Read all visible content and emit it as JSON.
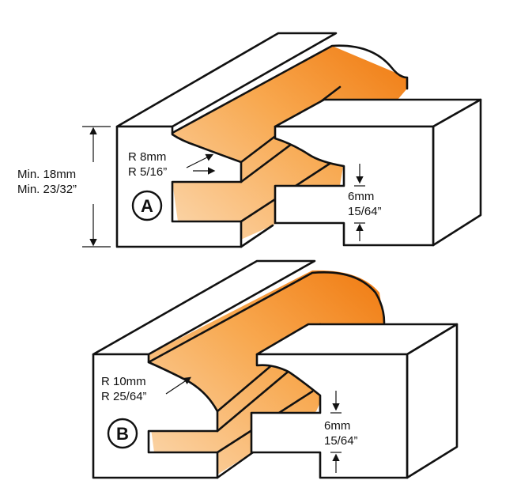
{
  "colors": {
    "orange_light": "#fbd3a3",
    "orange_mid": "#f7a44a",
    "orange_dark": "#f07a10",
    "outline": "#111111",
    "face": "#ffffff"
  },
  "profile_a": {
    "badge": "A",
    "radius_mm": "R 8mm",
    "radius_in": "R 5/16”",
    "depth_mm": "6mm",
    "depth_in": "15/64”",
    "thickness_mm": "Min. 18mm",
    "thickness_in": "Min. 23/32”"
  },
  "profile_b": {
    "badge": "B",
    "radius_mm": "R 10mm",
    "radius_in": "R 25/64”",
    "depth_mm": "6mm",
    "depth_in": "15/64”"
  }
}
